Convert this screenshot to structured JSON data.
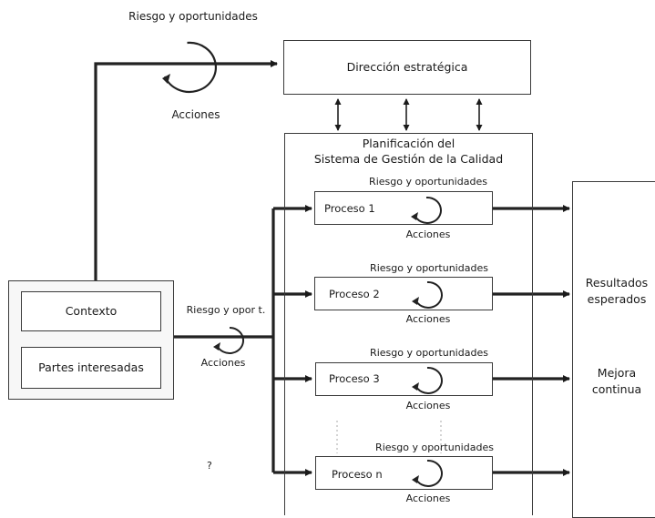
{
  "top": {
    "riesgo_label": "Riesgo y oportunidades",
    "acciones_label": "Acciones"
  },
  "direccion": {
    "label": "Dirección estratégica"
  },
  "planificacion": {
    "title_line1": "Planificación del",
    "title_line2": "Sistema de Gestión de la Calidad"
  },
  "procesos": [
    {
      "riesgo": "Riesgo y oportunidades",
      "label": "Proceso 1",
      "acciones": "Acciones"
    },
    {
      "riesgo": "Riesgo y oportunidades",
      "label": "Proceso 2",
      "acciones": "Acciones"
    },
    {
      "riesgo": "Riesgo y oportunidades",
      "label": "Proceso 3",
      "acciones": "Acciones"
    },
    {
      "riesgo": "Riesgo y oportunidades",
      "label": "Proceso n",
      "acciones": "Acciones"
    }
  ],
  "contexto": {
    "label": "Contexto",
    "partes_label": "Partes interesadas"
  },
  "mid": {
    "riesgo_label": "Riesgo y opor t.",
    "acciones_label": "Acciones"
  },
  "resultados": {
    "line1": "Resultados",
    "line2": "esperados"
  },
  "mejora": {
    "line1": "Mejora",
    "line2": "continua"
  },
  "stray_mark": "?"
}
